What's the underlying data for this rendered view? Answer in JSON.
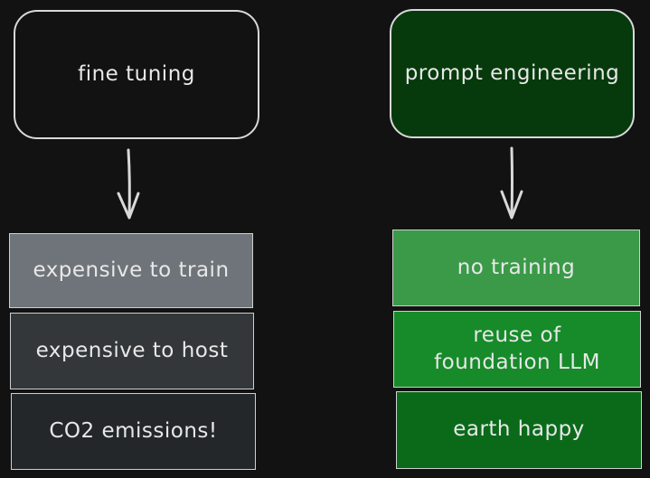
{
  "left": {
    "title": "fine tuning",
    "items": [
      "expensive to train",
      "expensive to host",
      "CO2 emissions!"
    ]
  },
  "right": {
    "title": "prompt engineering",
    "items": [
      "no training",
      "reuse of foundation LLM",
      "earth happy"
    ]
  },
  "colors": {
    "background": "#121212",
    "left_title_fill": "#121212",
    "right_title_fill": "#063a0c",
    "left_items": [
      "#6e7479",
      "#33373a",
      "#23272a"
    ],
    "right_items": [
      "#3a9a48",
      "#178a2a",
      "#0a6a1a"
    ],
    "stroke": "#d9d9d9"
  }
}
